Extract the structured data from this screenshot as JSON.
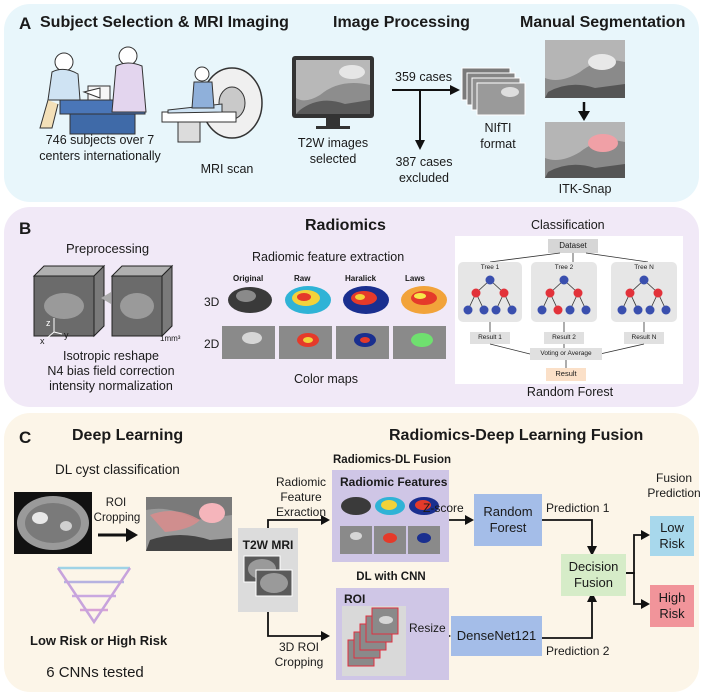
{
  "panelA": {
    "letter": "A",
    "sections": {
      "subject": "Subject Selection & MRI Imaging",
      "processing": "Image Processing",
      "segmentation": "Manual Segmentation"
    },
    "subjects_caption_1": "746 subjects over 7",
    "subjects_caption_2": "centers internationally",
    "mri_caption": "MRI scan",
    "t2w_caption_1": "T2W images",
    "t2w_caption_2": "selected",
    "cases_included": "359 cases",
    "cases_excluded_1": "387 cases",
    "cases_excluded_2": "excluded",
    "nifti_1": "NIfTI",
    "nifti_2": "format",
    "tool": "ITK-Snap"
  },
  "panelB": {
    "letter": "B",
    "title": "Radiomics",
    "preprocessing": "Preprocessing",
    "axis_z": "z",
    "axis_x": "x",
    "axis_y": "y",
    "voxel": "1mm³",
    "pre_steps": [
      "Isotropic reshape",
      "N4 bias field correction",
      "intensity normalization"
    ],
    "feature_extraction": "Radiomic feature extraction",
    "columns": [
      "Original",
      "Raw",
      "Haralick",
      "Laws"
    ],
    "row_3d": "3D",
    "row_2d": "2D",
    "color_maps": "Color maps",
    "classification": "Classification",
    "forest": {
      "dataset": "Dataset",
      "trees": [
        "Tree 1",
        "Tree 2",
        "Tree N"
      ],
      "results": [
        "Result 1",
        "Result 2",
        "Result N"
      ],
      "voting": "Voting or Average",
      "result": "Result"
    },
    "random_forest": "Random Forest"
  },
  "panelC": {
    "letter": "C",
    "deep_learning": "Deep Learning",
    "fusion_title": "Radiomics-Deep Learning Fusion",
    "dl_cyst": "DL cyst classification",
    "roi_cropping_1": "ROI",
    "roi_cropping_2": "Cropping",
    "low_high": "Low Risk or High Risk",
    "cnns_tested": "6 CNNs tested",
    "radiomic_extraction": [
      "Radiomic",
      "Feature",
      "Exraction"
    ],
    "t2w_mri": "T2W MRI",
    "roi3d_1": "3D ROI",
    "roi3d_2": "Cropping",
    "rdl_fusion_label": "Radiomics-DL Fusion",
    "radiomic_features": "Radiomic Features",
    "zscore": "Z-score",
    "random_forest_1": "Random",
    "random_forest_2": "Forest",
    "dl_cnn_label": "DL with CNN",
    "roi": "ROI",
    "resize": "Resize",
    "densenet": "DenseNet121",
    "prediction1": "Prediction 1",
    "prediction2": "Prediction 2",
    "decision_1": "Decision",
    "decision_2": "Fusion",
    "fusion_pred_1": "Fusion",
    "fusion_pred_2": "Prediction",
    "low_risk_1": "Low",
    "low_risk_2": "Risk",
    "high_risk_1": "High",
    "high_risk_2": "Risk"
  },
  "colors": {
    "panelA_bg": "#e8f6fb",
    "panelB_bg": "#f1e9f7",
    "panelC_bg": "#fcf5e8",
    "fusion_box": "#cfc6e6",
    "model_box": "#a4bde8",
    "decision_box": "#d6ecc8",
    "low_risk": "#a8d8ec",
    "high_risk": "#f1949a",
    "tree_red": "#e2323a",
    "tree_blue": "#3a4fae"
  }
}
